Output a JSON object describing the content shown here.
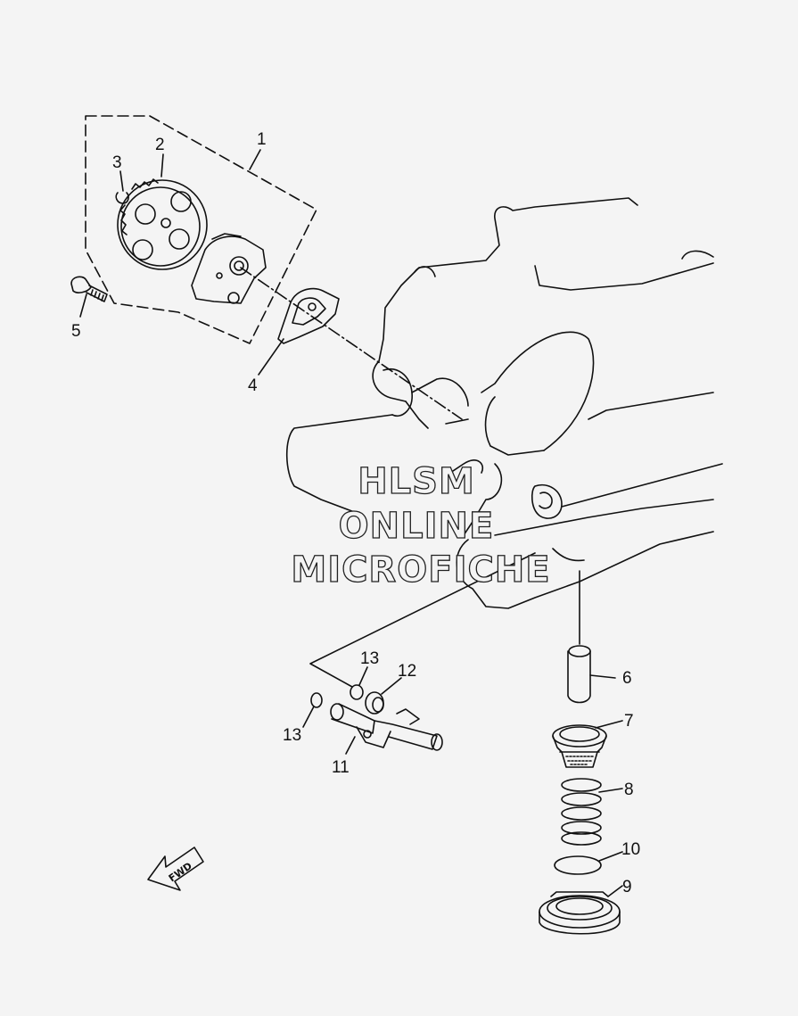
{
  "diagram": {
    "callouts": [
      {
        "id": "c1",
        "label": "1"
      },
      {
        "id": "c2",
        "label": "2"
      },
      {
        "id": "c3",
        "label": "3"
      },
      {
        "id": "c4",
        "label": "4"
      },
      {
        "id": "c5",
        "label": "5"
      },
      {
        "id": "c6",
        "label": "6"
      },
      {
        "id": "c7",
        "label": "7"
      },
      {
        "id": "c8",
        "label": "8"
      },
      {
        "id": "c9",
        "label": "9"
      },
      {
        "id": "c10",
        "label": "10"
      },
      {
        "id": "c11",
        "label": "11"
      },
      {
        "id": "c12",
        "label": "12"
      },
      {
        "id": "c13a",
        "label": "13"
      },
      {
        "id": "c13b",
        "label": "13"
      }
    ],
    "watermark": {
      "line1": "HLSM",
      "line2": "ONLINE",
      "line3": "MICROFICHE"
    },
    "fwd_label": "FWD",
    "colors": {
      "line": "#111111",
      "background": "#f4f4f4"
    }
  }
}
